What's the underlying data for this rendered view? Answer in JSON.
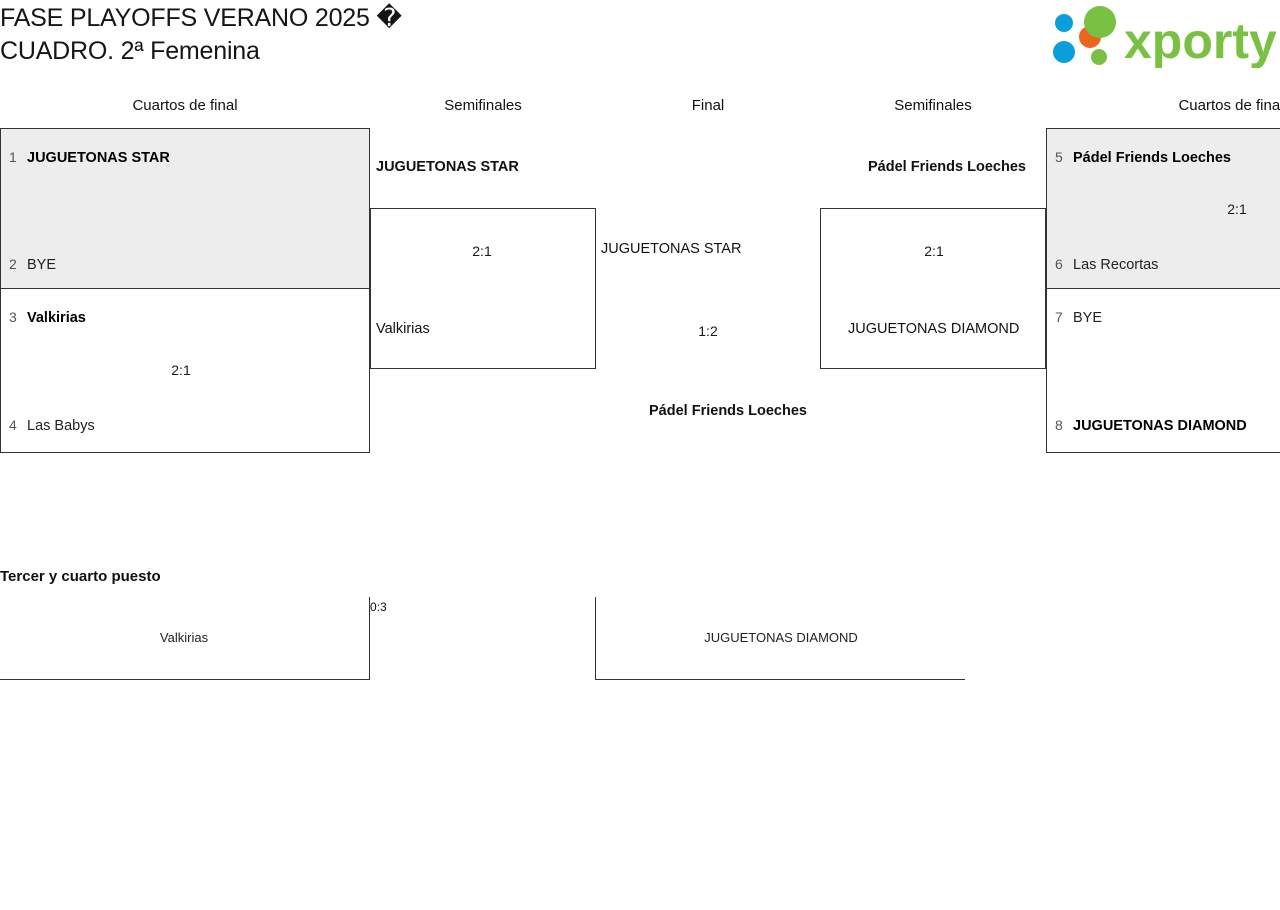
{
  "header": {
    "title": "FASE PLAYOFFS VERANO 2025 �\nCUADRO. 2ª Femenina",
    "logo_text": "xporty",
    "logo_colors": {
      "green": "#7ac143",
      "blue": "#0a9fdb",
      "orange": "#e8671c"
    }
  },
  "rounds": {
    "quarters_left": "Cuartos de final",
    "semis_left": "Semifinales",
    "final": "Final",
    "semis_right": "Semifinales",
    "quarters_right": "Cuartos de final"
  },
  "bracket": {
    "quarterfinals_left": [
      {
        "slots": [
          {
            "seed": "1",
            "team": "JUGUETONAS STAR",
            "winner": true
          },
          {
            "seed": "2",
            "team": "BYE",
            "winner": false
          }
        ],
        "score": ""
      },
      {
        "slots": [
          {
            "seed": "3",
            "team": "Valkirias",
            "winner": true
          },
          {
            "seed": "4",
            "team": "Las Babys",
            "winner": false
          }
        ],
        "score": "2:1"
      }
    ],
    "quarterfinals_right": [
      {
        "slots": [
          {
            "seed": "5",
            "team": "Pádel Friends Loeches",
            "winner": true
          },
          {
            "seed": "6",
            "team": "Las Recortas",
            "winner": false
          }
        ],
        "score": "2:1"
      },
      {
        "slots": [
          {
            "seed": "7",
            "team": "BYE",
            "winner": false
          },
          {
            "seed": "8",
            "team": "JUGUETONAS DIAMOND",
            "winner": true
          }
        ],
        "score": ""
      }
    ],
    "semifinal_left": {
      "top_team": "JUGUETONAS STAR",
      "top_winner": true,
      "bottom_team": "Valkirias",
      "bottom_winner": false,
      "score": "2:1"
    },
    "semifinal_right": {
      "top_team": "Pádel Friends Loeches",
      "top_winner": true,
      "bottom_team": "JUGUETONAS DIAMOND",
      "bottom_winner": false,
      "score": "2:1"
    },
    "final": {
      "top_team": "JUGUETONAS STAR",
      "top_winner": false,
      "bottom_team": "Pádel Friends Loeches",
      "bottom_winner": true,
      "score": "1:2"
    }
  },
  "third_place": {
    "title": "Tercer y cuarto puesto",
    "left_team": "Valkirias",
    "right_team": "JUGUETONAS DIAMOND",
    "score": "0:3"
  }
}
